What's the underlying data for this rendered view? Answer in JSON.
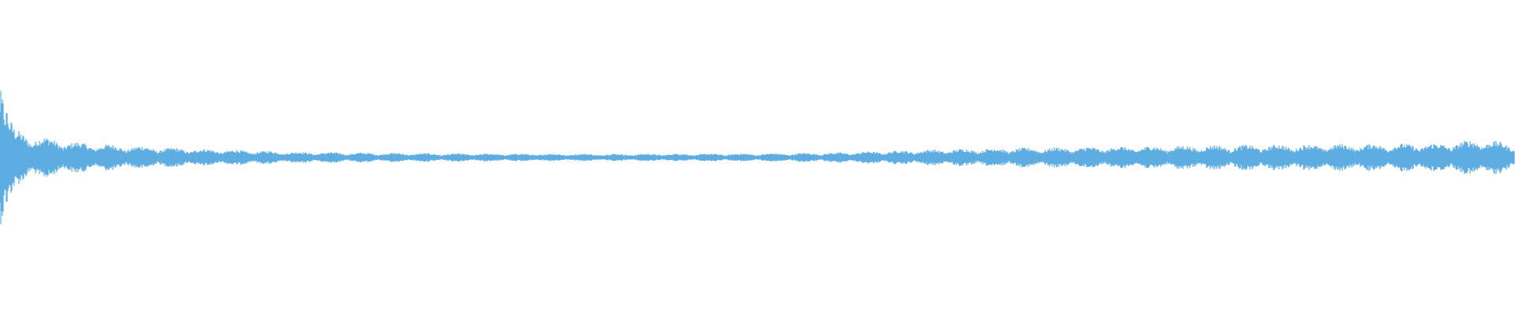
{
  "waveform": {
    "color": "#5dade2",
    "background": "#ffffff",
    "bar_count": 1920,
    "envelope": [
      {
        "t": 0.0,
        "amp": 0.22
      },
      {
        "t": 0.004,
        "amp": 0.16
      },
      {
        "t": 0.01,
        "amp": 0.09
      },
      {
        "t": 0.025,
        "amp": 0.07
      },
      {
        "t": 0.05,
        "amp": 0.05
      },
      {
        "t": 0.08,
        "amp": 0.04
      },
      {
        "t": 0.12,
        "amp": 0.03
      },
      {
        "t": 0.2,
        "amp": 0.018
      },
      {
        "t": 0.3,
        "amp": 0.013
      },
      {
        "t": 0.4,
        "amp": 0.012
      },
      {
        "t": 0.5,
        "amp": 0.013
      },
      {
        "t": 0.55,
        "amp": 0.016
      },
      {
        "t": 0.6,
        "amp": 0.024
      },
      {
        "t": 0.65,
        "amp": 0.03
      },
      {
        "t": 0.7,
        "amp": 0.033
      },
      {
        "t": 0.75,
        "amp": 0.036
      },
      {
        "t": 0.8,
        "amp": 0.04
      },
      {
        "t": 0.85,
        "amp": 0.042
      },
      {
        "t": 0.9,
        "amp": 0.044
      },
      {
        "t": 0.95,
        "amp": 0.046
      },
      {
        "t": 0.97,
        "amp": 0.055
      },
      {
        "t": 0.98,
        "amp": 0.062
      },
      {
        "t": 1.0,
        "amp": 0.04
      }
    ],
    "pulse_count": 48
  }
}
